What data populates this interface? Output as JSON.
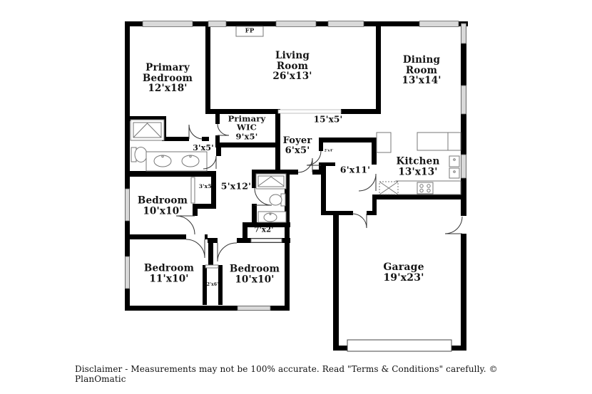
{
  "rooms": {
    "primary_bedroom": {
      "name": "Primary Bedroom",
      "dims": "12'x18'"
    },
    "living_room": {
      "name": "Living Room",
      "dims": "26'x13'"
    },
    "dining_room": {
      "name": "Dining Room",
      "dims": "13'x14'"
    },
    "primary_wic": {
      "name": "Primary WIC",
      "dims": "9'x5'"
    },
    "foyer": {
      "name": "Foyer",
      "dims": "6'x5'"
    },
    "kitchen": {
      "name": "Kitchen",
      "dims": "13'x13'"
    },
    "bedroom_middle": {
      "name": "Bedroom",
      "dims": "10'x10'"
    },
    "bedroom_bottom_left": {
      "name": "Bedroom",
      "dims": "11'x10'"
    },
    "bedroom_bottom_middle": {
      "name": "Bedroom",
      "dims": "10'x10'"
    },
    "garage": {
      "name": "Garage",
      "dims": "19'x23'"
    }
  },
  "spaces": {
    "hall_3x5_upper": "3'x5'",
    "hall_15x5": "15'x5'",
    "entry_closet_2x4": "2'x4'",
    "utility_6x11": "6'x11'",
    "closet_3x5": "3'x5'",
    "hall_5x12": "5'x12'",
    "closet_7x2": "7'x2'",
    "closet_2x6": "2'x6'",
    "fireplace": "FP"
  },
  "footer": {
    "disclaimer": "Disclaimer - Measurements may not be 100% accurate. Read \"Terms & Conditions\" carefully. © PlanOmatic"
  },
  "palette": {
    "wall": "#000000",
    "window_fill": "#d9d9d9",
    "fixture_stroke": "#777777",
    "door_stroke": "#333333",
    "text": "#111111"
  }
}
